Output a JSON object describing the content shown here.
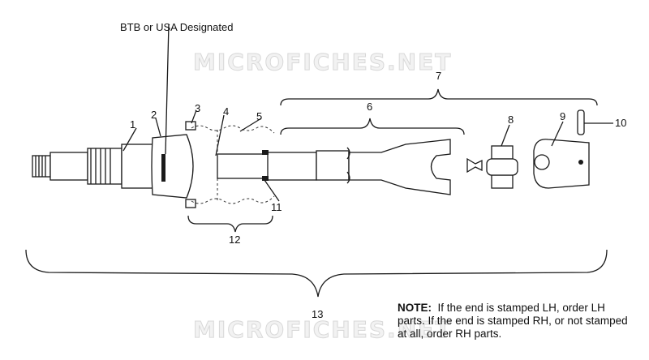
{
  "header": {
    "designation_label": "BTB or USA Designated"
  },
  "watermarks": [
    "MICROFICHES.NET",
    "MICROFICHES.NET"
  ],
  "callouts": [
    "1",
    "2",
    "3",
    "4",
    "5",
    "6",
    "7",
    "8",
    "9",
    "10",
    "11",
    "12",
    "13"
  ],
  "note": {
    "heading": "NOTE:",
    "text": "If the end is stamped LH, order LH parts.  If the end is stamped RH, or not stamped at all, order RH parts."
  }
}
